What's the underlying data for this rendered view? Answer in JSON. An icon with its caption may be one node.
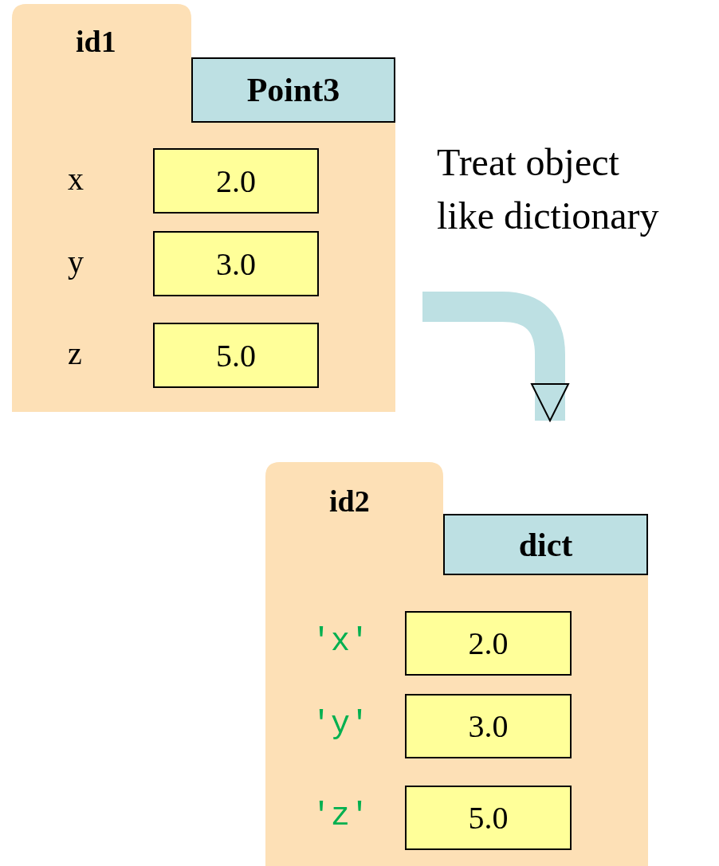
{
  "diagram": {
    "nodes": [
      {
        "text": [
          "id1"
        ]
      },
      {
        "text": [
          "Point3"
        ],
        "in": 0
      },
      {
        "text": [
          "2.0"
        ],
        "in": 0,
        "beside": [
          "x"
        ]
      },
      {
        "text": [
          "3.0"
        ],
        "in": 0,
        "beside": [
          "y"
        ]
      },
      {
        "text": [
          "5.0"
        ],
        "in": 0,
        "beside": [
          "z"
        ]
      },
      {
        "text": [
          "id2"
        ]
      },
      {
        "text": [
          "dict"
        ],
        "in": 5
      },
      {
        "text": [
          "2.0"
        ],
        "in": 5,
        "beside": [
          "'x'"
        ]
      },
      {
        "text": [
          "3.0"
        ],
        "in": 5,
        "beside": [
          "'y'"
        ]
      },
      {
        "text": [
          "5.0"
        ],
        "in": 5,
        "beside": [
          "'z'"
        ]
      }
    ],
    "edges": [
      {
        "from": 0,
        "to": 5,
        "arrow": "to",
        "label": "Treat object like dictionary"
      }
    ]
  }
}
